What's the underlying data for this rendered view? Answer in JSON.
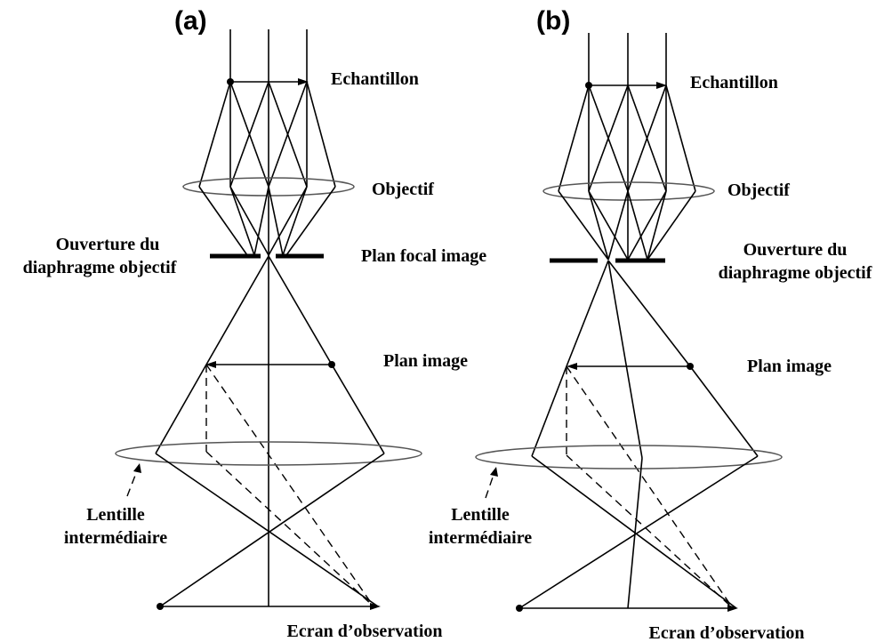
{
  "panels": [
    {
      "id": "a",
      "panel_label": "(a)",
      "labels": {
        "sample": "Echantillon",
        "objective": "Objectif",
        "focal_plane": "Plan focal image",
        "aperture_line1": "Ouverture du",
        "aperture_line2": "diaphragme objectif",
        "image_plane": "Plan image",
        "lens_line1": "Lentille",
        "lens_line2": "intermédiaire",
        "screen": "Ecran d’observation"
      }
    },
    {
      "id": "b",
      "panel_label": "(b)",
      "labels": {
        "sample": "Echantillon",
        "objective": "Objectif",
        "aperture_line1": "Ouverture du",
        "aperture_line2": "diaphragme objectif",
        "image_plane": "Plan image",
        "lens_line1": "Lentille",
        "lens_line2": "intermédiaire",
        "screen": "Ecran d’observation"
      }
    }
  ]
}
